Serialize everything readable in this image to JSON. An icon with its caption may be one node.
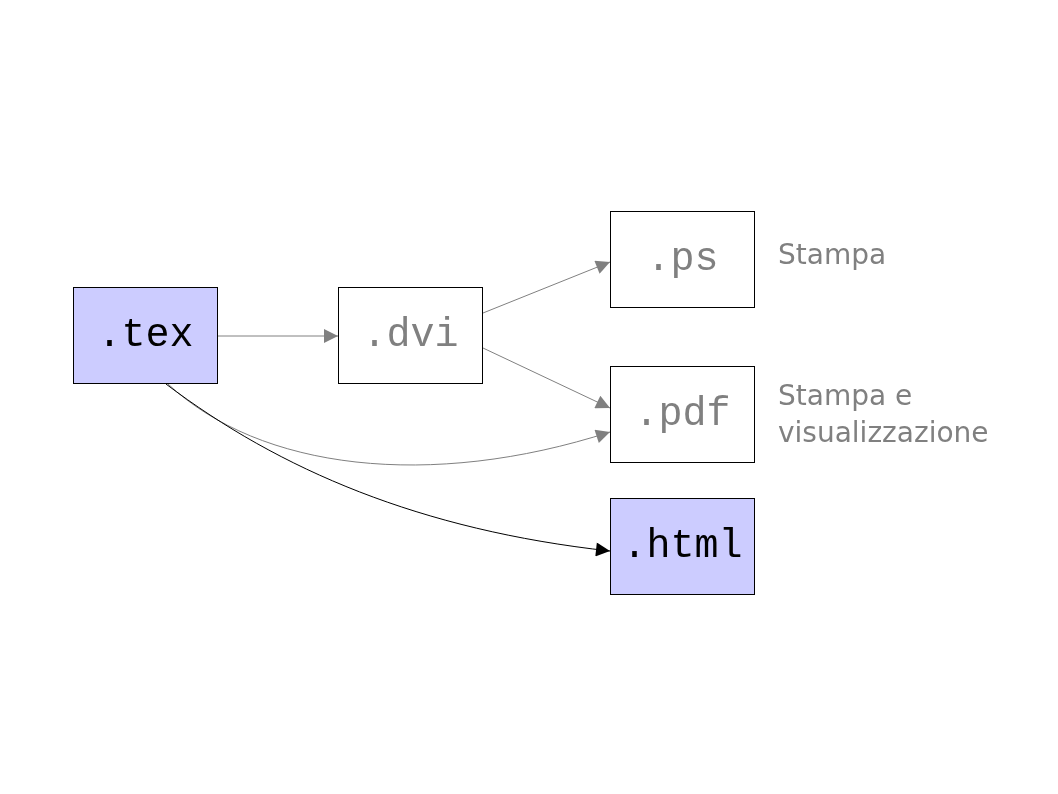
{
  "diagram": {
    "nodes": [
      {
        "text": [
          ".tex"
        ]
      },
      {
        "text": [
          ".dvi"
        ]
      },
      {
        "text": [
          ".ps"
        ],
        "beside": [
          "Stampa"
        ]
      },
      {
        "text": [
          ".pdf"
        ],
        "beside": [
          "Stampa e visualizzazione"
        ]
      },
      {
        "text": [
          ".html"
        ]
      }
    ],
    "edges": [
      {
        "from": 0,
        "to": 1,
        "arrow": "to"
      },
      {
        "from": 1,
        "to": 2,
        "arrow": "to"
      },
      {
        "from": 1,
        "to": 3,
        "arrow": "to"
      },
      {
        "from": 0,
        "to": 3,
        "arrow": "to"
      },
      {
        "from": 0,
        "to": 4,
        "arrow": "to",
        "color": "#000000"
      }
    ]
  }
}
